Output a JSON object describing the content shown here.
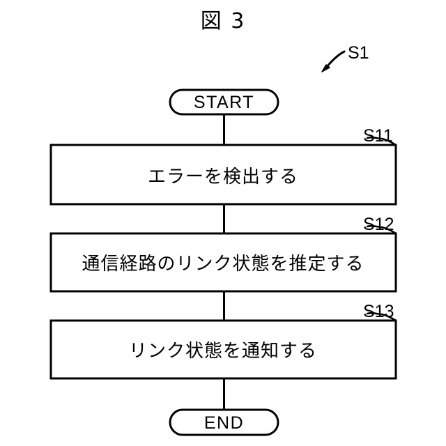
{
  "figure": {
    "title": "図 3",
    "reference_label": "S1",
    "background_color": "#ffffff",
    "line_color": "#000000"
  },
  "flowchart": {
    "type": "flowchart",
    "orientation": "top-to-bottom",
    "nodes": [
      {
        "id": "start",
        "shape": "stadium",
        "text": "START",
        "step_label": ""
      },
      {
        "id": "s11",
        "shape": "rectangle",
        "text": "エラーを検出する",
        "step_label": "S11"
      },
      {
        "id": "s12",
        "shape": "rectangle",
        "text": "通信経路のリンク状態を推定する",
        "step_label": "S12"
      },
      {
        "id": "s13",
        "shape": "rectangle",
        "text": "リンク状態を通知する",
        "step_label": "S13"
      },
      {
        "id": "end",
        "shape": "stadium",
        "text": "END",
        "step_label": ""
      }
    ],
    "edges": [
      {
        "from": "start",
        "to": "s11"
      },
      {
        "from": "s11",
        "to": "s12"
      },
      {
        "from": "s12",
        "to": "s13"
      },
      {
        "from": "s13",
        "to": "end"
      }
    ]
  }
}
